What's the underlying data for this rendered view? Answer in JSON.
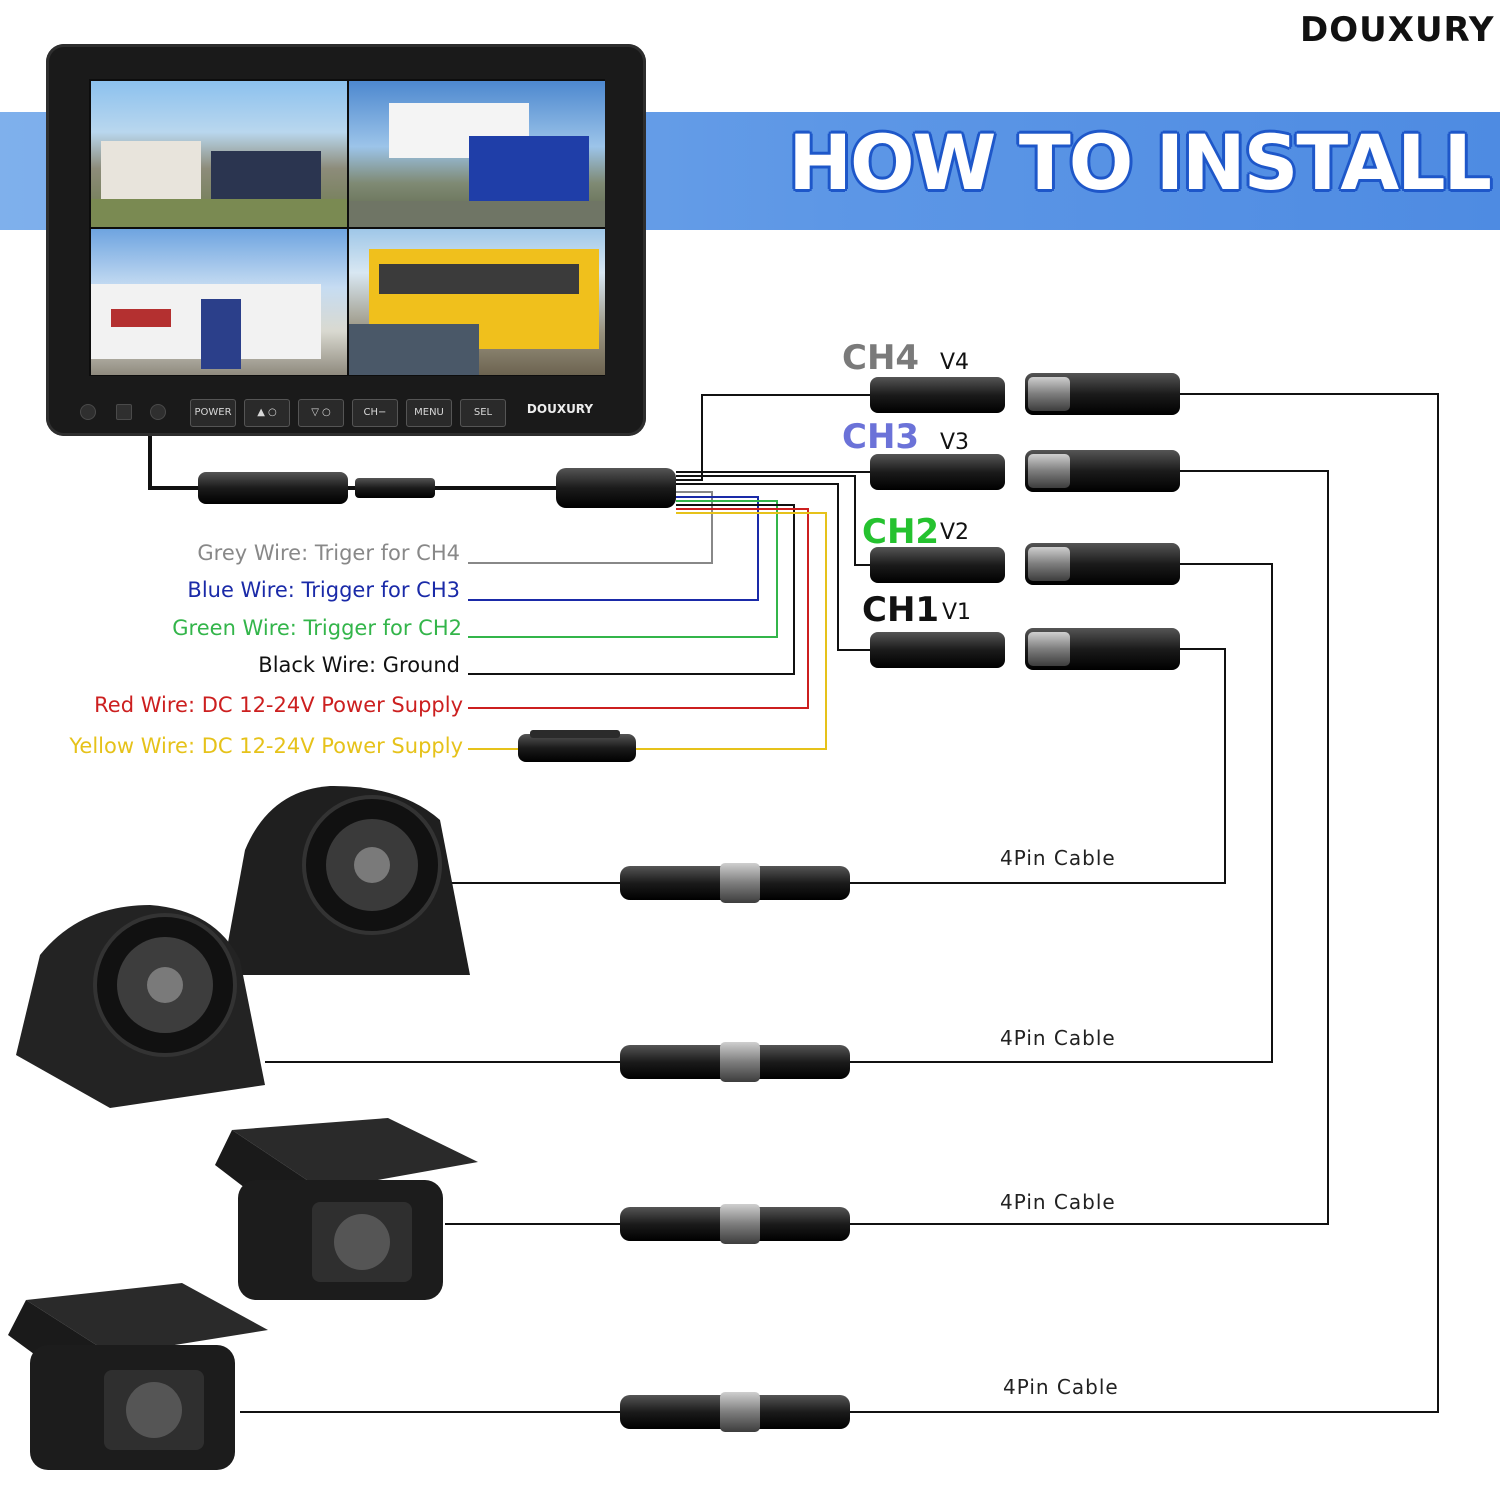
{
  "brand": "DOUXURY",
  "banner": {
    "title": "HOW TO INSTALL"
  },
  "monitor": {
    "buttons": [
      "POWER",
      "▲ ○",
      "▽ ○",
      "CH−",
      "MENU",
      "SEL"
    ],
    "logo": "DOUXURY"
  },
  "wires": [
    {
      "label": "Grey Wire: Triger for CH4",
      "color": "#888888"
    },
    {
      "label": "Blue Wire: Trigger for CH3",
      "color": "#1a2aa8"
    },
    {
      "label": "Green Wire: Trigger for CH2",
      "color": "#33b54a"
    },
    {
      "label": "Black Wire: Ground",
      "color": "#111111"
    },
    {
      "label": "Red Wire: DC 12-24V Power Supply",
      "color": "#cc1f1f"
    },
    {
      "label": "Yellow Wire: DC 12-24V Power Supply",
      "color": "#e6c21a"
    }
  ],
  "channels": [
    {
      "name": "CH4",
      "video": "V4",
      "color": "#7a7a7a"
    },
    {
      "name": "CH3",
      "video": "V3",
      "color": "#6b72d8"
    },
    {
      "name": "CH2",
      "video": "V2",
      "color": "#25c22f"
    },
    {
      "name": "CH1",
      "video": "V1",
      "color": "#111111"
    }
  ],
  "cables": [
    "4Pin Cable",
    "4Pin Cable",
    "4Pin Cable",
    "4Pin Cable"
  ]
}
